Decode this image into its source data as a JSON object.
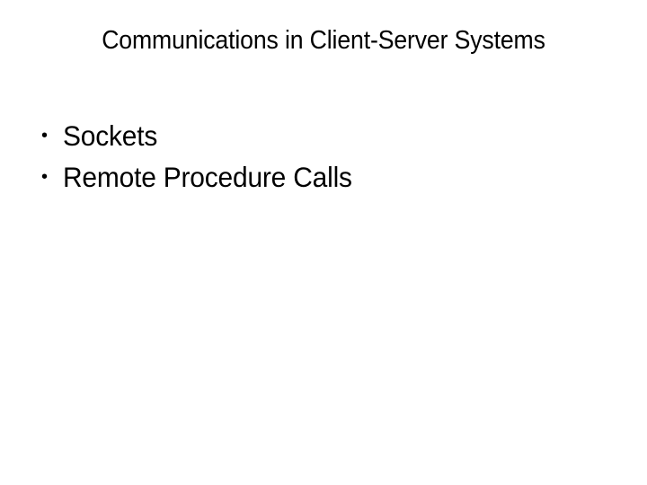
{
  "slide": {
    "title": "Communications in Client-Server Systems",
    "background_color": "#ffffff",
    "text_color": "#000000",
    "bullets": [
      {
        "marker": "•",
        "label": "Sockets"
      },
      {
        "marker": "•",
        "label": "Remote Procedure Calls"
      }
    ]
  }
}
